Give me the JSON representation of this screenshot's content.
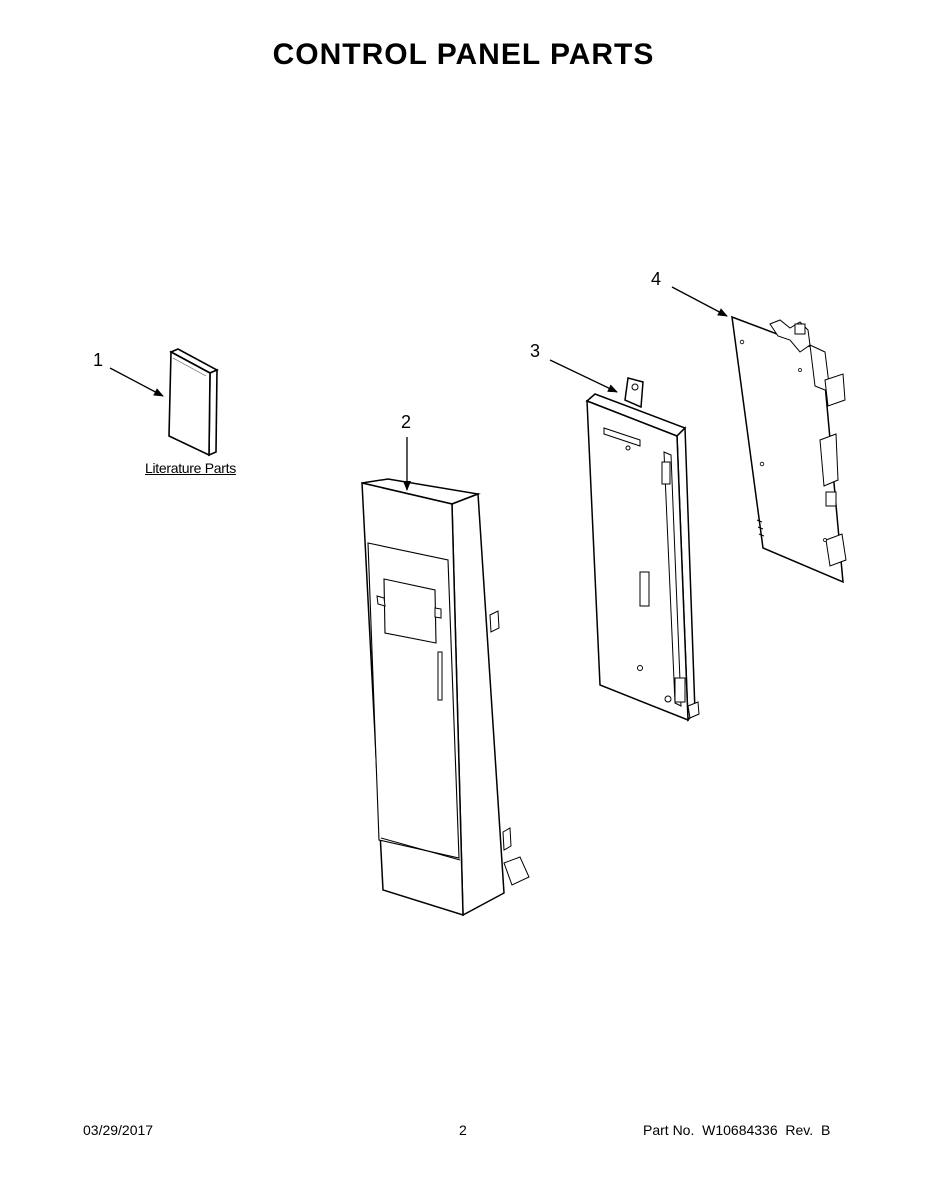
{
  "title": "CONTROL PANEL PARTS",
  "callouts": [
    "1",
    "2",
    "3",
    "4"
  ],
  "literature_label": "Literature Parts",
  "footer": {
    "date": "03/29/2017",
    "page": "2",
    "part_no": "Part No.  W10684336  Rev.  B"
  }
}
